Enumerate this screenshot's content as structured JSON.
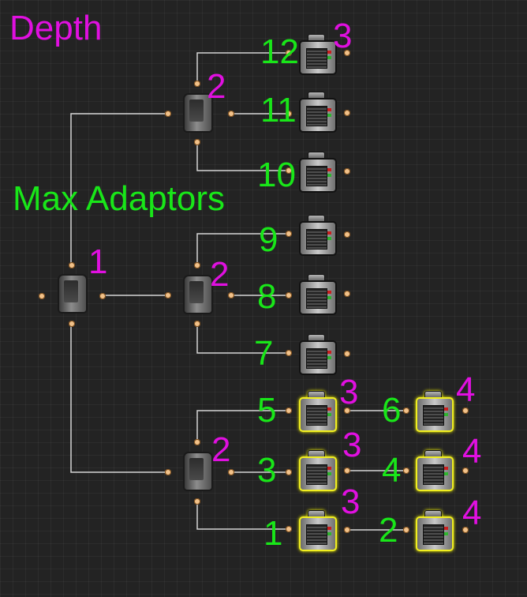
{
  "labels": {
    "depth_title": "Depth",
    "max_adaptors_title": "Max Adaptors"
  },
  "colors": {
    "depth_label": "#e010e0",
    "adaptor_label": "#19e619",
    "wire": "#d6d6d6",
    "port": "#f2c28a",
    "highlight": "#f0ee20"
  },
  "icons": {
    "splitter": "network-splitter-icon",
    "server": "server-icon"
  },
  "nodes": {
    "root_splitter": {
      "depth": "1"
    },
    "splitter_upper": {
      "depth": "2"
    },
    "splitter_middle": {
      "depth": "2"
    },
    "splitter_lower": {
      "depth": "2"
    },
    "server_12": {
      "adaptors": "12",
      "depth": "3"
    },
    "server_11": {
      "adaptors": "11"
    },
    "server_10": {
      "adaptors": "10"
    },
    "server_9": {
      "adaptors": "9"
    },
    "server_8": {
      "adaptors": "8"
    },
    "server_7": {
      "adaptors": "7"
    },
    "server_5": {
      "adaptors": "5",
      "depth": "3"
    },
    "server_3": {
      "adaptors": "3",
      "depth": "3"
    },
    "server_1": {
      "adaptors": "1",
      "depth": "3"
    },
    "server_6": {
      "adaptors": "6",
      "depth": "4"
    },
    "server_4": {
      "adaptors": "4",
      "depth": "4"
    },
    "server_2": {
      "adaptors": "2",
      "depth": "4"
    }
  }
}
